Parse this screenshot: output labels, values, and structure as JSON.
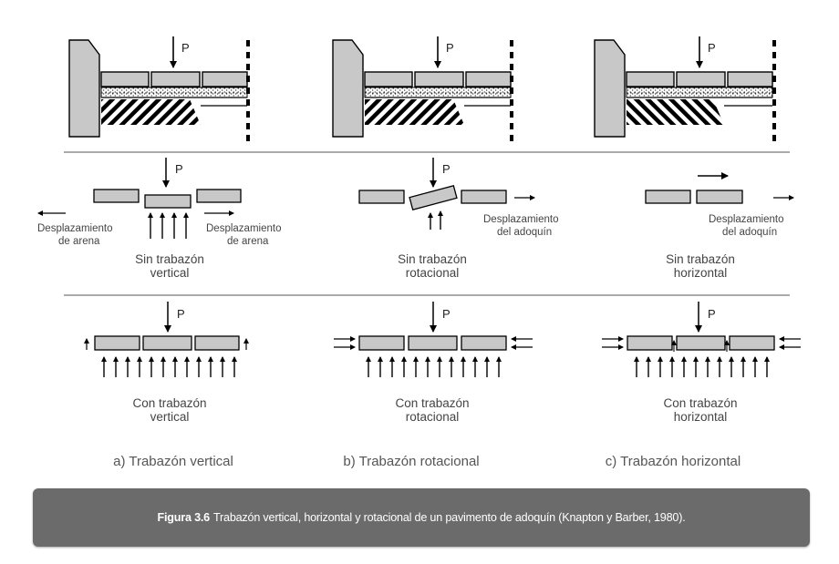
{
  "load_label": "P",
  "row2": {
    "vertical": {
      "left_disp": [
        "Desplazamiento",
        "de arena"
      ],
      "right_disp": [
        "Desplazamiento",
        "de arena"
      ],
      "caption": [
        "Sin  trabazón",
        "vertical"
      ]
    },
    "rotational": {
      "disp": [
        "Desplazamiento",
        "del adoquín"
      ],
      "caption": [
        "Sin  trabazón",
        "rotacional"
      ]
    },
    "horizontal": {
      "disp": [
        "Desplazamiento",
        "del adoquín"
      ],
      "caption": [
        "Sin  trabazón",
        "horizontal"
      ]
    }
  },
  "row3": {
    "vertical": {
      "caption": [
        "Con  trabazón",
        "vertical"
      ]
    },
    "rotational": {
      "caption": [
        "Con  trabazón",
        "rotacional"
      ]
    },
    "horizontal": {
      "caption": [
        "Con  trabazón",
        "horizontal"
      ]
    }
  },
  "subtitles": {
    "a": "a) Trabazón vertical",
    "b": "b) Trabazón rotacional",
    "c": "c) Trabazón horizontal"
  },
  "caption": {
    "bold": "Figura 3.6",
    "text": "Trabazón vertical, horizontal y rotacional de un pavimento de adoquín (Knapton y Barber, 1980)."
  },
  "colors": {
    "block_fill": "#c8c8c8",
    "caption_bg": "#6b6b6b",
    "line": "#000000"
  }
}
